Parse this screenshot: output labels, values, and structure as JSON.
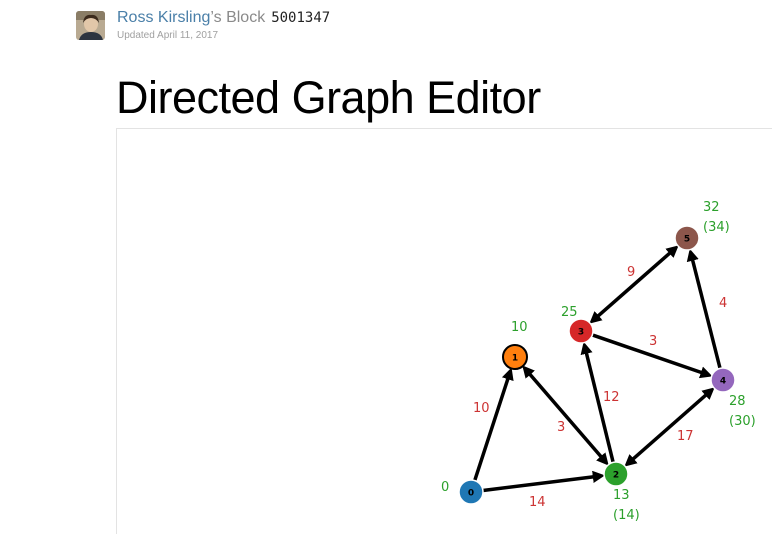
{
  "header": {
    "author": "Ross Kirsling",
    "possessive": "’s Block",
    "gist_id": "5001347",
    "updated": "Updated April 11, 2017"
  },
  "page": {
    "title": "Directed Graph Editor"
  },
  "graph": {
    "nodes": [
      {
        "id": "0",
        "label": "0",
        "color": "#1f77b4",
        "distance": "0",
        "previous": ""
      },
      {
        "id": "1",
        "label": "1",
        "color": "#ff7f0e",
        "distance": "10",
        "previous": ""
      },
      {
        "id": "2",
        "label": "2",
        "color": "#2ca02c",
        "distance": "13",
        "previous": "(14)"
      },
      {
        "id": "3",
        "label": "3",
        "color": "#d62728",
        "distance": "25",
        "previous": ""
      },
      {
        "id": "4",
        "label": "4",
        "color": "#9467bd",
        "distance": "28",
        "previous": "(30)"
      },
      {
        "id": "5",
        "label": "5",
        "color": "#8c564b",
        "distance": "32",
        "previous": "(34)"
      }
    ],
    "edges": [
      {
        "source": "0",
        "target": "1",
        "weight": "10"
      },
      {
        "source": "0",
        "target": "2",
        "weight": "14"
      },
      {
        "source": "2",
        "target": "1",
        "weight": "3",
        "bidirectional": true
      },
      {
        "source": "2",
        "target": "3",
        "weight": "12"
      },
      {
        "source": "2",
        "target": "4",
        "weight": "17",
        "bidirectional": true
      },
      {
        "source": "3",
        "target": "4",
        "weight": "3"
      },
      {
        "source": "4",
        "target": "5",
        "weight": "4"
      },
      {
        "source": "3",
        "target": "5",
        "weight": "9",
        "bidirectional": true
      }
    ]
  }
}
